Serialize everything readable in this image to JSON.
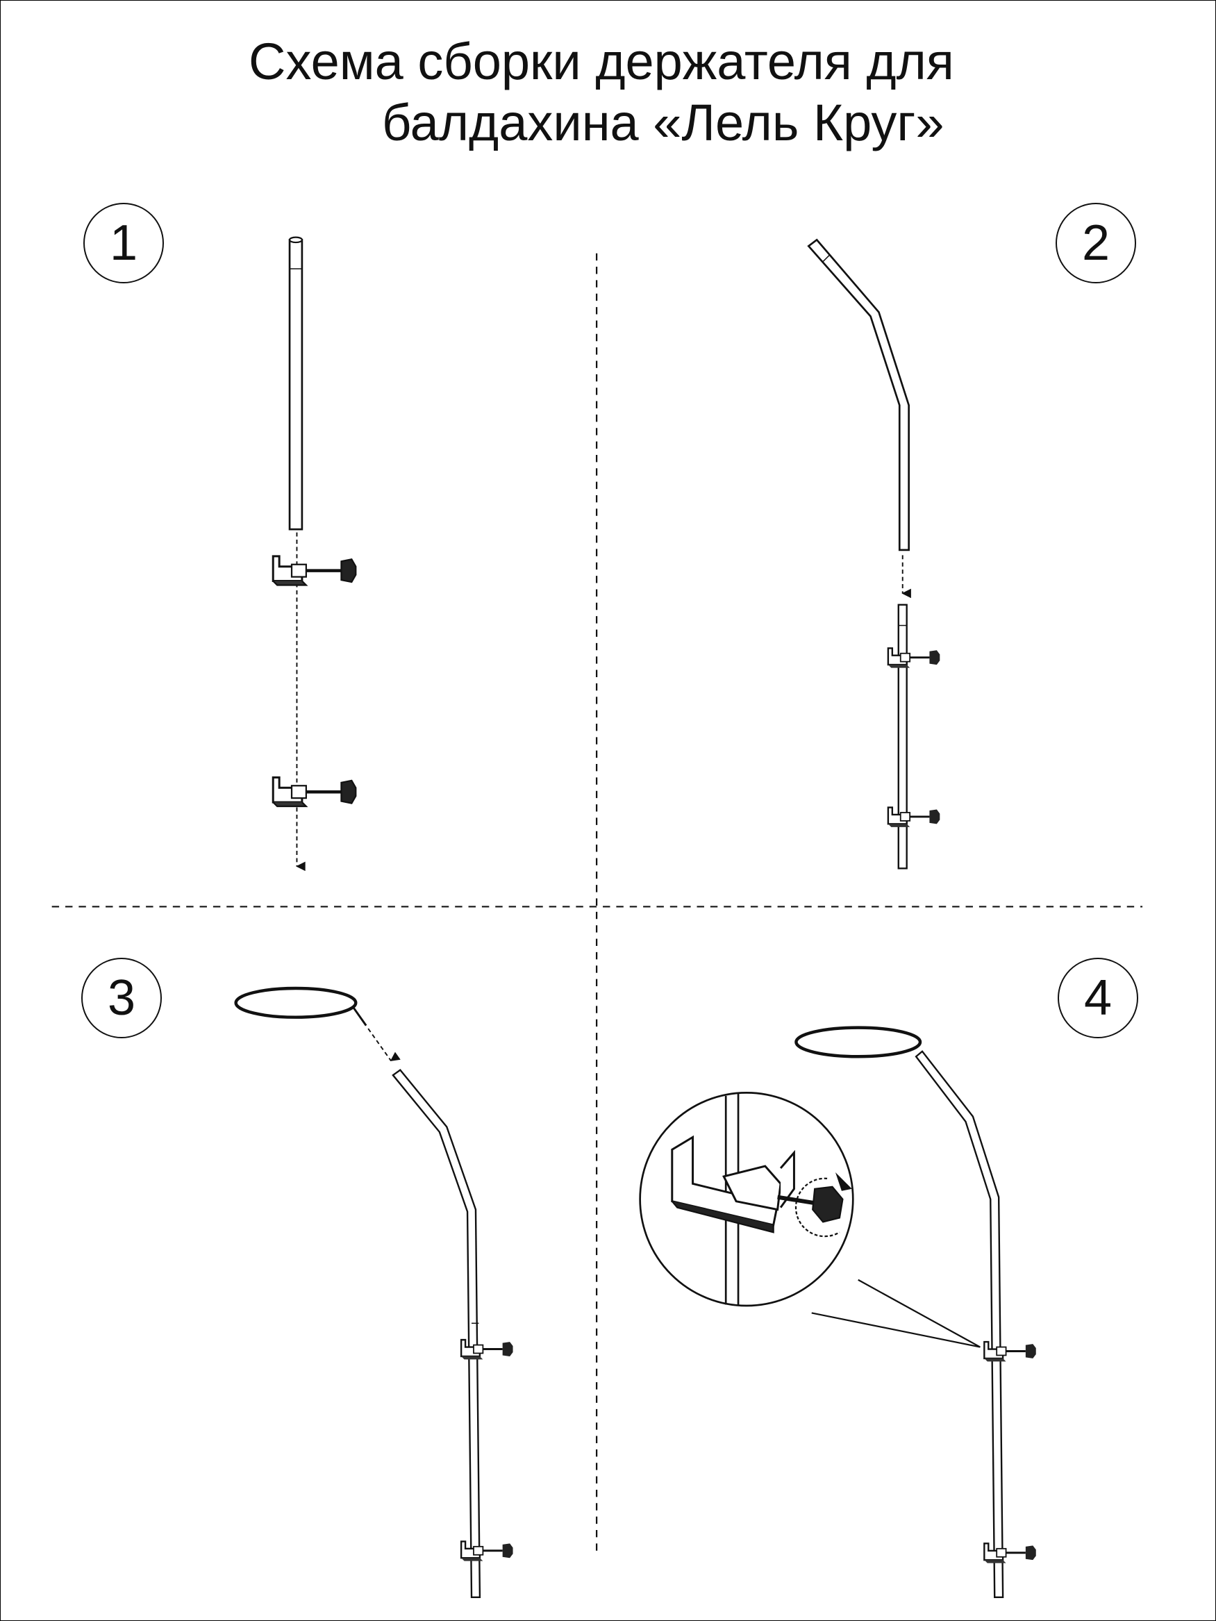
{
  "title": {
    "line1": "Схема сборки держателя для",
    "line2": "балдахина «Лель Круг»"
  },
  "steps": [
    {
      "number": "1"
    },
    {
      "number": "2"
    },
    {
      "number": "3"
    },
    {
      "number": "4"
    }
  ],
  "colors": {
    "line": "#111111",
    "background": "#ffffff"
  }
}
